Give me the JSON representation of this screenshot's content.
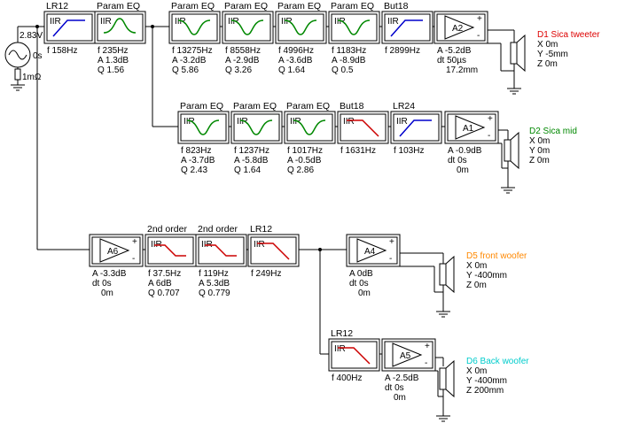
{
  "source": {
    "voltage": "2.83V",
    "delay": "0s",
    "impedance": "1mΩ"
  },
  "colors": {
    "highpass": "#0000cc",
    "eq": "#008800",
    "lowpass": "#cc0000",
    "tweeter": "#dd0000",
    "mid": "#008800",
    "front_woofer": "#ff8800",
    "back_woofer": "#00cccc"
  },
  "tweeter_chain": {
    "blocks": [
      {
        "title": "LR12",
        "kind": "IIR",
        "curve": "highpass",
        "params": [
          "f   158Hz"
        ]
      },
      {
        "title": "Param EQ",
        "kind": "IIR",
        "curve": "peak",
        "params": [
          "f   235Hz",
          "A  1.3dB",
          "Q  1.56"
        ]
      },
      {
        "title": "Param EQ",
        "kind": "IIR",
        "curve": "dip",
        "params": [
          "f   13275Hz",
          "A  -3.2dB",
          "Q  5.86"
        ]
      },
      {
        "title": "Param EQ",
        "kind": "IIR",
        "curve": "dip",
        "params": [
          "f   8558Hz",
          "A  -2.9dB",
          "Q  3.26"
        ]
      },
      {
        "title": "Param EQ",
        "kind": "IIR",
        "curve": "dip",
        "params": [
          "f   4996Hz",
          "A  -3.6dB",
          "Q  1.64"
        ]
      },
      {
        "title": "Param EQ",
        "kind": "IIR",
        "curve": "dip",
        "params": [
          "f   1183Hz",
          "A  -8.9dB",
          "Q  0.5"
        ]
      },
      {
        "title": "But18",
        "kind": "IIR",
        "curve": "highpass",
        "params": [
          "f   2899Hz"
        ]
      }
    ],
    "amp": {
      "name": "A2",
      "params": [
        "A  -5.2dB",
        "dt 50µs",
        "17.2mm"
      ]
    },
    "driver": {
      "name": "D1 Sica tweeter",
      "coords": [
        "X 0m",
        "Y -5mm",
        "Z 0m"
      ]
    }
  },
  "mid_chain": {
    "blocks": [
      {
        "title": "Param EQ",
        "kind": "IIR",
        "curve": "dip",
        "params": [
          "f   823Hz",
          "A  -3.7dB",
          "Q  2.43"
        ]
      },
      {
        "title": "Param EQ",
        "kind": "IIR",
        "curve": "dip",
        "params": [
          "f   1237Hz",
          "A  -5.8dB",
          "Q  1.64"
        ]
      },
      {
        "title": "Param EQ",
        "kind": "IIR",
        "curve": "dip",
        "params": [
          "f   1017Hz",
          "A  -0.5dB",
          "Q  2.86"
        ]
      },
      {
        "title": "But18",
        "kind": "IIR",
        "curve": "lowpass",
        "params": [
          "f   1631Hz"
        ]
      },
      {
        "title": "LR24",
        "kind": "IIR",
        "curve": "highpass",
        "params": [
          "f   103Hz"
        ]
      }
    ],
    "amp": {
      "name": "A1",
      "params": [
        "A  -0.9dB",
        "dt 0s",
        "0m"
      ]
    },
    "driver": {
      "name": "D2 Sica mid",
      "coords": [
        "X 0m",
        "Y 0m",
        "Z 0m"
      ]
    }
  },
  "woofer_chain": {
    "amp_in": {
      "name": "A6",
      "params": [
        "A  -3.3dB",
        "dt 0s",
        "0m"
      ]
    },
    "blocks": [
      {
        "title": "2nd order",
        "kind": "IIR",
        "curve": "shelf",
        "params": [
          "f   37.5Hz",
          "A  6dB",
          "Q  0.707"
        ]
      },
      {
        "title": "2nd order",
        "kind": "IIR",
        "curve": "shelf",
        "params": [
          "f   119Hz",
          "A  5.3dB",
          "Q  0.779"
        ]
      },
      {
        "title": "LR12",
        "kind": "IIR",
        "curve": "lowpass",
        "params": [
          "f   249Hz"
        ]
      }
    ]
  },
  "front_woofer": {
    "amp": {
      "name": "A4",
      "params": [
        "A  0dB",
        "dt 0s",
        "0m"
      ]
    },
    "driver": {
      "name": "D5 front woofer",
      "coords": [
        "X 0m",
        "Y -400mm",
        "Z 0m"
      ]
    }
  },
  "back_woofer": {
    "block": {
      "title": "LR12",
      "kind": "IIR",
      "curve": "lowpass",
      "params": [
        "f   400Hz"
      ]
    },
    "amp": {
      "name": "A5",
      "params": [
        "A  -2.5dB",
        "dt 0s",
        "0m"
      ]
    },
    "driver": {
      "name": "D6 Back woofer",
      "coords": [
        "X 0m",
        "Y -400mm",
        "Z 200mm"
      ]
    }
  }
}
